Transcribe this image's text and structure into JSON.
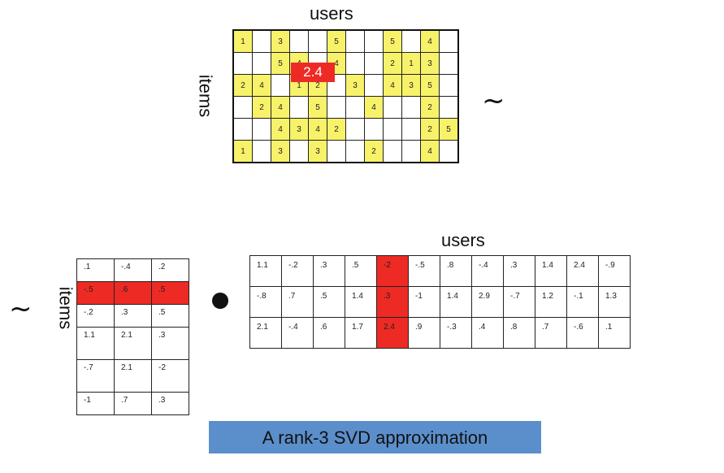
{
  "top": {
    "users_label": "users",
    "items_label": "items",
    "tilde": "~",
    "highlight": "2.4",
    "rows": [
      [
        "1",
        "",
        "3",
        "",
        "",
        "5",
        "",
        "",
        "5",
        "",
        "4",
        ""
      ],
      [
        "",
        "",
        "5",
        "4",
        "",
        "4",
        "",
        "",
        "2",
        "1",
        "3",
        ""
      ],
      [
        "2",
        "4",
        "",
        "1",
        "2",
        "",
        "3",
        "",
        "4",
        "3",
        "5",
        ""
      ],
      [
        "",
        "2",
        "4",
        "",
        "5",
        "",
        "",
        "4",
        "",
        "",
        "2",
        ""
      ],
      [
        "",
        "",
        "4",
        "3",
        "4",
        "2",
        "",
        "",
        "",
        "",
        "2",
        "5"
      ],
      [
        "1",
        "",
        "3",
        "",
        "3",
        "",
        "",
        "2",
        "",
        "",
        "4",
        ""
      ]
    ]
  },
  "bottom": {
    "tilde": "~",
    "items_label": "items",
    "users_label": "users",
    "U": [
      [
        ".1",
        "-.4",
        ".2"
      ],
      [
        "-.5",
        ".6",
        ".5"
      ],
      [
        "-.2",
        ".3",
        ".5"
      ],
      [
        "1.1",
        "2.1",
        ".3"
      ],
      [
        "-.7",
        "2.1",
        "-2"
      ],
      [
        "-1",
        ".7",
        ".3"
      ]
    ],
    "V": [
      [
        "1.1",
        "-.2",
        ".3",
        ".5",
        "-2",
        "-.5",
        ".8",
        "-.4",
        ".3",
        "1.4",
        "2.4",
        "-.9"
      ],
      [
        "-.8",
        ".7",
        ".5",
        "1.4",
        ".3",
        "-1",
        "1.4",
        "2.9",
        "-.7",
        "1.2",
        "-.1",
        "1.3"
      ],
      [
        "2.1",
        "-.4",
        ".6",
        "1.7",
        "2.4",
        ".9",
        "-.3",
        ".4",
        ".8",
        ".7",
        "-.6",
        ".1"
      ]
    ]
  },
  "caption": "A rank-3 SVD approximation",
  "colors": {
    "yellow": "#f7f26a",
    "red": "#ee2a24",
    "caption_bg": "#5b8fcb"
  }
}
